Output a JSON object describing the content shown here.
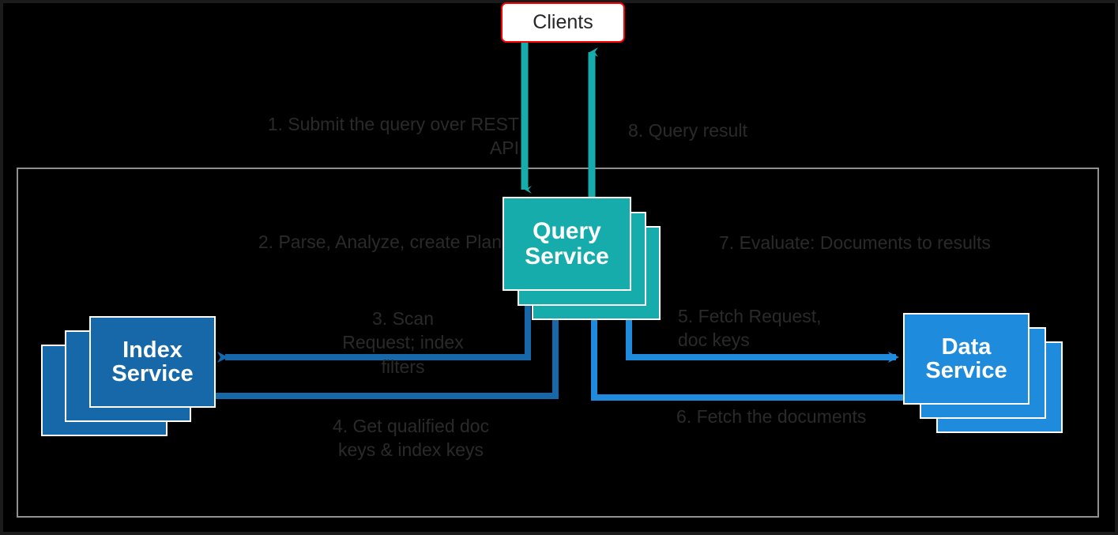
{
  "diagram": {
    "title": "Query execution flow across services",
    "colors": {
      "background": "#000000",
      "frame_border": "#909090",
      "clients_border": "#ff0000",
      "clients_fill": "#ffffff",
      "query_service": "#17ACAC",
      "index_service": "#1668A8",
      "data_service": "#1E8BDC",
      "label_text": "#2a2a2a",
      "teal_arrow": "#17ACAC",
      "dark_blue_arrow": "#1668A8",
      "light_blue_arrow": "#1E8BDC"
    },
    "nodes": {
      "clients": {
        "label": "Clients",
        "stacked": false
      },
      "query_service": {
        "label": "Query\nService",
        "stacked": true,
        "stack_count": 3
      },
      "index_service": {
        "label": "Index\nService",
        "stacked": true,
        "stack_count": 3
      },
      "data_service": {
        "label": "Data\nService",
        "stacked": true,
        "stack_count": 3
      }
    },
    "steps": [
      {
        "number": "1",
        "label": "1. Submit the query over REST API",
        "from": "clients",
        "to": "query_service",
        "color": "#17ACAC"
      },
      {
        "number": "2",
        "label": "2. Parse, Analyze, create Plan",
        "from": "query_service",
        "to": "query_service",
        "color": "#2a2a2a"
      },
      {
        "number": "3",
        "label": "3.  Scan Request; index filters",
        "from": "query_service",
        "to": "index_service",
        "color": "#1668A8"
      },
      {
        "number": "4",
        "label": "4. Get qualified doc keys & index keys",
        "from": "index_service",
        "to": "query_service",
        "color": "#1668A8"
      },
      {
        "number": "5",
        "label": "5. Fetch Request, doc keys",
        "from": "query_service",
        "to": "data_service",
        "color": "#1E8BDC"
      },
      {
        "number": "6",
        "label": "6. Fetch the documents",
        "from": "data_service",
        "to": "query_service",
        "color": "#1E8BDC"
      },
      {
        "number": "7",
        "label": "7. Evaluate: Documents to results",
        "from": "query_service",
        "to": "query_service",
        "color": "#2a2a2a"
      },
      {
        "number": "8",
        "label": "8. Query result",
        "from": "query_service",
        "to": "clients",
        "color": "#17ACAC"
      }
    ],
    "labels": {
      "step1": "1. Submit the query over REST\nAPI",
      "step2": "2. Parse, Analyze, create Plan",
      "step3": "3.  Scan\nRequest; index\nfilters",
      "step4": "4. Get qualified doc\nkeys & index keys",
      "step5": "5. Fetch Request,\ndoc keys",
      "step6": "6. Fetch the documents",
      "step7": "7. Evaluate: Documents to results",
      "step8": "8. Query result"
    }
  }
}
